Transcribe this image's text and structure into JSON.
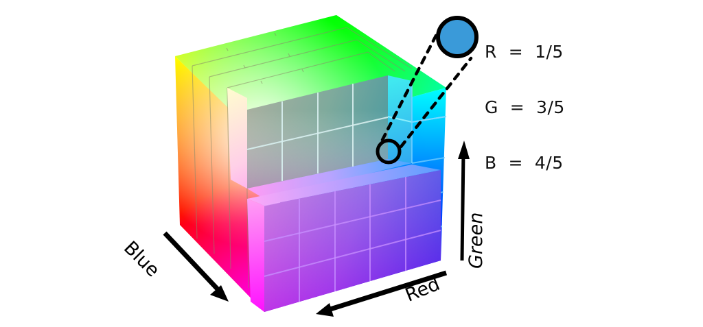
{
  "diagram": {
    "title": "RGB color cube with one sampled cell",
    "type": "3D color cube, 5x5x5 subdivision, corner cut away",
    "grid_divisions": 5
  },
  "legend": {
    "r_line": "R  =  1/5",
    "g_line": "G  =  3/5",
    "b_line": "B  =  4/5",
    "swatch_color": "#3a9ad9"
  },
  "axes": {
    "blue": {
      "label": "Blue",
      "direction": "down-right"
    },
    "red": {
      "label": "Red",
      "direction": "down-left"
    },
    "green": {
      "label": "Green",
      "direction": "up"
    }
  },
  "corner_colors": {
    "green": "#00ff00",
    "yellow": "#ffff00",
    "cyan": "#00ffff",
    "red": "#ff0000",
    "blue": "#0000ff",
    "magenta": "#ff00ff",
    "white": "#ffffff"
  }
}
